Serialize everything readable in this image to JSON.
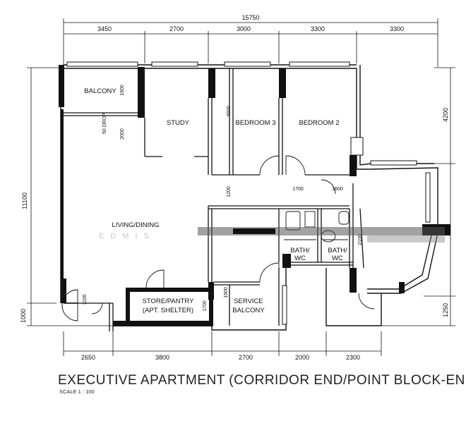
{
  "plan": {
    "title": "EXECUTIVE APARTMENT (CORRIDOR END/POINT BLOCK-END)",
    "scale": "SCALE  1 : 100",
    "watermark": "EDMIS",
    "overall_width": "15750",
    "overall_depth": "11100",
    "top_dimensions": [
      "3450",
      "2700",
      "3000",
      "3300",
      "3300"
    ],
    "bottom_dimensions": [
      "2650",
      "3800",
      "2700",
      "2000",
      "2300"
    ],
    "right_dimensions": [
      "4200",
      "1250"
    ],
    "left_dimensions": [
      "1000"
    ],
    "inner_dimensions": {
      "balcony_depth": "1900",
      "balcony_drop": "50 DROP",
      "study_dim": "2000",
      "bedroom3_depth": "4600",
      "corridor_width": "1200",
      "bath_width_a": "1700",
      "bath_width_b": "1600",
      "service_depth": "1900",
      "store_depth": "1700",
      "bath_dim_c": "2100",
      "small_dim": "1100"
    },
    "rooms": {
      "balcony": "BALCONY",
      "study": "STUDY",
      "bedroom3": "BEDROOM 3",
      "bedroom2": "BEDROOM 2",
      "living": "LIVING/DINING",
      "bath1": "BATH/",
      "bath1b": "WC",
      "bath2": "BATH/",
      "bath2b": "WC",
      "store1": "STORE/PANTRY",
      "store2": "(APT. SHELTER)",
      "service1": "SERVICE",
      "service2": "BALCONY"
    }
  }
}
